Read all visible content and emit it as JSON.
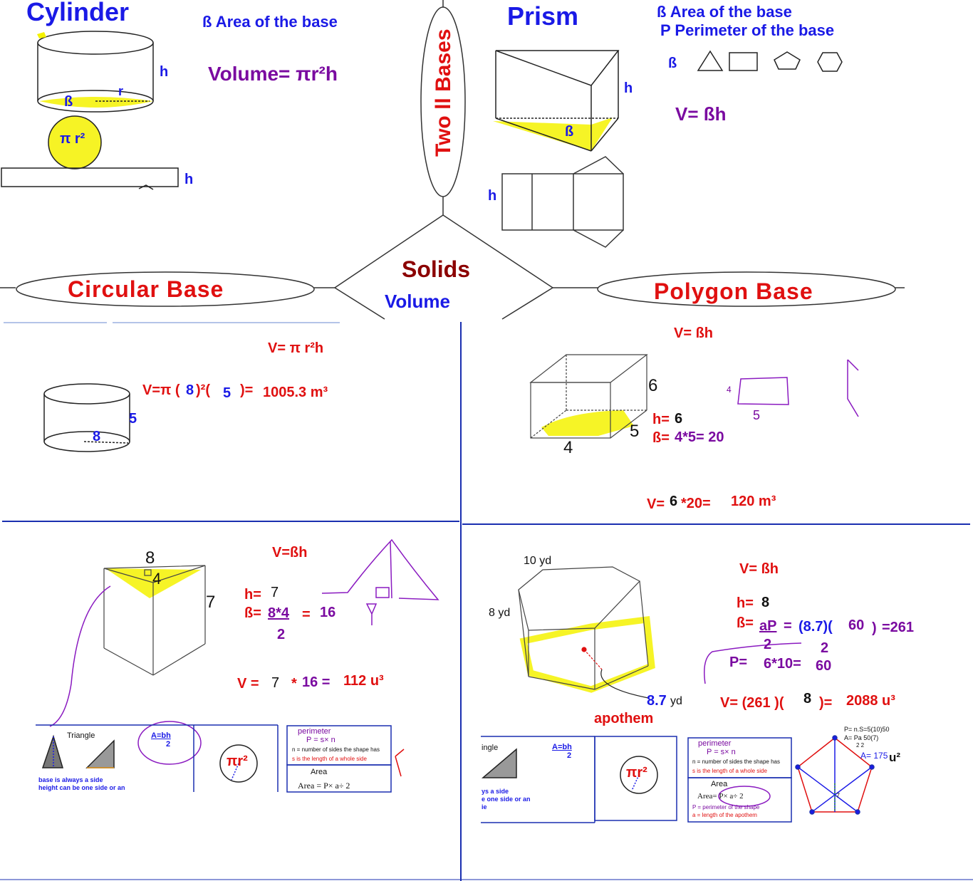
{
  "top": {
    "cylinder": {
      "title": "Cylinder",
      "base_def": "ß  Area of the base",
      "volume_formula": "Volume= πr²h",
      "label_h": "h",
      "label_r": "r",
      "label_b": "ß",
      "circle_label": "π r²",
      "net_h": "h"
    },
    "prism": {
      "title": "Prism",
      "base_def": "ß  Area of the base",
      "perimeter_def": "P Perimeter of the base",
      "base_symbol": "ß",
      "volume_formula": "V= ßh",
      "label_h": "h",
      "label_b": "ß",
      "net_h": "h"
    },
    "center": {
      "bases_label": "Two ll Bases",
      "solids": "Solids",
      "volume": "Volume",
      "circular_base": "Circular Base",
      "polygon_base": "Polygon Base"
    }
  },
  "q_cyl": {
    "formula": "V= π r²h",
    "calc_prefix": "V=π (",
    "r": "8",
    "calc_mid": ")²(",
    "h": "5",
    "calc_end": ")=",
    "result": "1005.3 m³",
    "dim_h": "5",
    "dim_r": "8"
  },
  "q_box": {
    "formula": "V= ßh",
    "dim_6": "6",
    "dim_5": "5",
    "dim_4": "4",
    "h_label": "h=",
    "h_val": "6",
    "b_label": "ß=",
    "b_calc": "4*5= 20",
    "sketch_4": "4",
    "sketch_5": "5",
    "v_label": "V=",
    "v_h": "6",
    "v_calc": "*20=",
    "result": "120 m³"
  },
  "q_tri": {
    "formula": "V=ßh",
    "dim_8": "8",
    "dim_4": "4",
    "dim_7": "7",
    "h_label": "h=",
    "h_val": "7",
    "b_label": "ß=",
    "b_num": "8*4",
    "b_den": "2",
    "b_eq": "=",
    "b_result": "16",
    "v_label": "V =",
    "v_h": "7",
    "v_op": "*",
    "v_b": "16 =",
    "result": "112 u³",
    "ref_triangle": "Triangle",
    "ref_area": "A=bh",
    "ref_area_den": "2",
    "ref_base1": "base is always a side",
    "ref_base2": "height can be one side or an",
    "ref_circle": "πr²",
    "ref_perimeter": "perimeter",
    "ref_p_formula": "P = s× n",
    "ref_n_def": "n = number of sides the shape has",
    "ref_s_def": "s is the length of a whole side",
    "ref_area_title": "Area",
    "ref_area_formula": "Area = P× a÷ 2"
  },
  "q_hex": {
    "formula": "V= ßh",
    "dim_10yd": "10 yd",
    "dim_8yd": "8 yd",
    "apothem_val": "8.7",
    "apothem_unit": "yd",
    "apothem_label": "apothem",
    "h_label": "h=",
    "h_val": "8",
    "b_label": "ß=",
    "b_num": "aP",
    "b_den": "2",
    "b_eq": "=",
    "b_a": "(8.7)(",
    "b_p": "60",
    "b_close": ")",
    "b_den2": "2",
    "b_result": "=261",
    "p_label": "P=",
    "p_calc": "6*10=",
    "p_result": "60",
    "v_label": "V= (261 )(",
    "v_h": "8",
    "v_close": ")=",
    "result": "2088 u³",
    "ref_ngle": "ingle",
    "ref_area": "A=bh",
    "ref_area_den": "2",
    "ref_side1": "ys a side",
    "ref_side2": "e one side or an",
    "ref_side3": "ie",
    "ref_circle": "πr²",
    "ref_perimeter": "perimeter",
    "ref_p_formula": "P = s× n",
    "ref_n_def": "n = number of sides the shape has",
    "ref_s_def": "s is the length of a whole side",
    "ref_area_title": "Area",
    "ref_area_formula": "Area= P× a÷ 2",
    "ref_p_def": "P = perimeter of the shape",
    "ref_a_def": "a = length of the apothem",
    "pent_p": "P= n.S=5(10)50",
    "pent_a": "A= Pa  50(7)",
    "pent_den": "2       2",
    "pent_area": "A= 175",
    "pent_unit": "u²",
    "pent_7": "7"
  },
  "colors": {
    "blue": "#1a1ae6",
    "red": "#e01010",
    "purple": "#7a0aa0",
    "dark_red": "#8b0000",
    "highlight": "#f5f200",
    "divider": "#1a2fb0"
  }
}
